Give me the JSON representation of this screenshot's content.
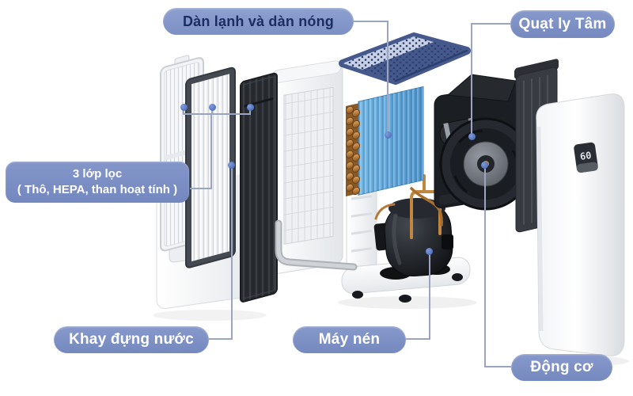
{
  "diagram": {
    "labels": {
      "coils": "Dàn lạnh và dàn nóng",
      "fan": "Quạt ly Tâm",
      "filters_line1": "3 lớp lọc",
      "filters_line2": "( Thô, HEPA, than hoạt tính )",
      "tray": "Khay đựng nước",
      "compressor": "Máy nén",
      "motor": "Động cơ"
    },
    "display_value": "60",
    "colors": {
      "pill_bg": "#7d90c4",
      "pill_text_dark": "#1c2d63",
      "connector": "#9aa6c1",
      "dot": "#4e6fbe",
      "grille_blue": "#46598c",
      "coil_blue": "#5ea7dc",
      "copper": "#b97d3e"
    }
  }
}
